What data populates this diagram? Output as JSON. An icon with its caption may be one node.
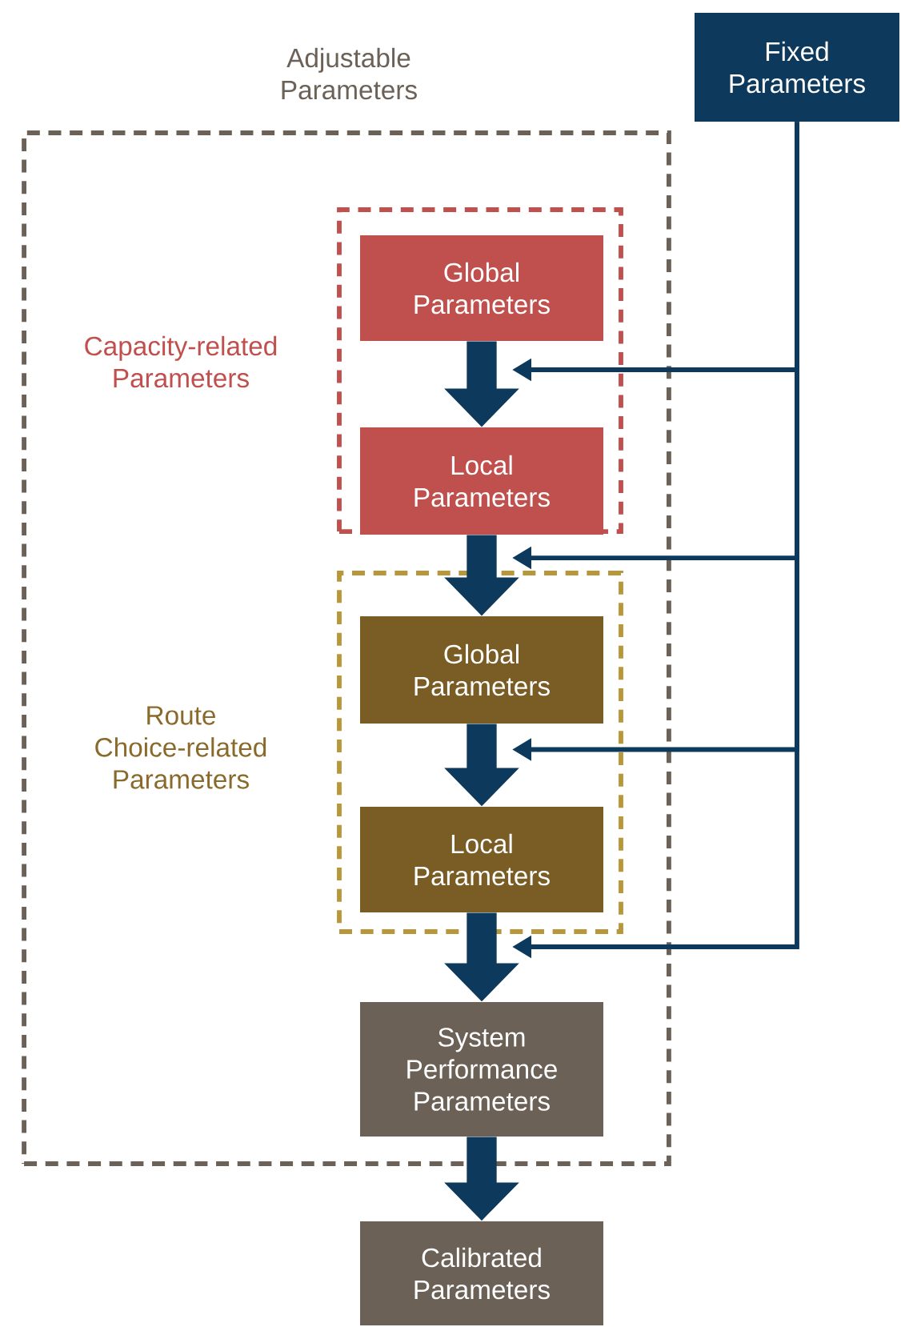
{
  "diagram": {
    "nodes": [
      {
        "text": [
          "Adjustable Parameters"
        ]
      },
      {
        "text": [
          "Capacity-related Parameters"
        ],
        "in": 0
      },
      {
        "text": [
          "Global Parameters"
        ],
        "in": 1
      },
      {
        "text": [
          "Local Parameters"
        ],
        "in": 1
      },
      {
        "text": [
          "Route Choice-related Parameters"
        ],
        "in": 0
      },
      {
        "text": [
          "Global Parameters"
        ],
        "in": 4
      },
      {
        "text": [
          "Local Parameters"
        ],
        "in": 4
      },
      {
        "text": [
          "System Performance Parameters"
        ],
        "in": 0
      },
      {
        "text": [
          "Calibrated Parameters"
        ]
      },
      {
        "text": [
          "Fixed Parameters"
        ]
      }
    ],
    "edges": [
      {
        "from": 2,
        "to": 3,
        "arrow": "to"
      },
      {
        "from": 3,
        "to": 5,
        "arrow": "to"
      },
      {
        "from": 5,
        "to": 6,
        "arrow": "to"
      },
      {
        "from": 6,
        "to": 7,
        "arrow": "to"
      },
      {
        "from": 7,
        "to": 8,
        "arrow": "to"
      },
      {
        "from": 9,
        "to": null,
        "arrow": "to"
      },
      {
        "from": 9,
        "to": 4,
        "arrow": "to"
      },
      {
        "from": 9,
        "to": 5,
        "arrow": "to"
      },
      {
        "from": 9,
        "to": 4,
        "arrow": "to"
      }
    ]
  }
}
